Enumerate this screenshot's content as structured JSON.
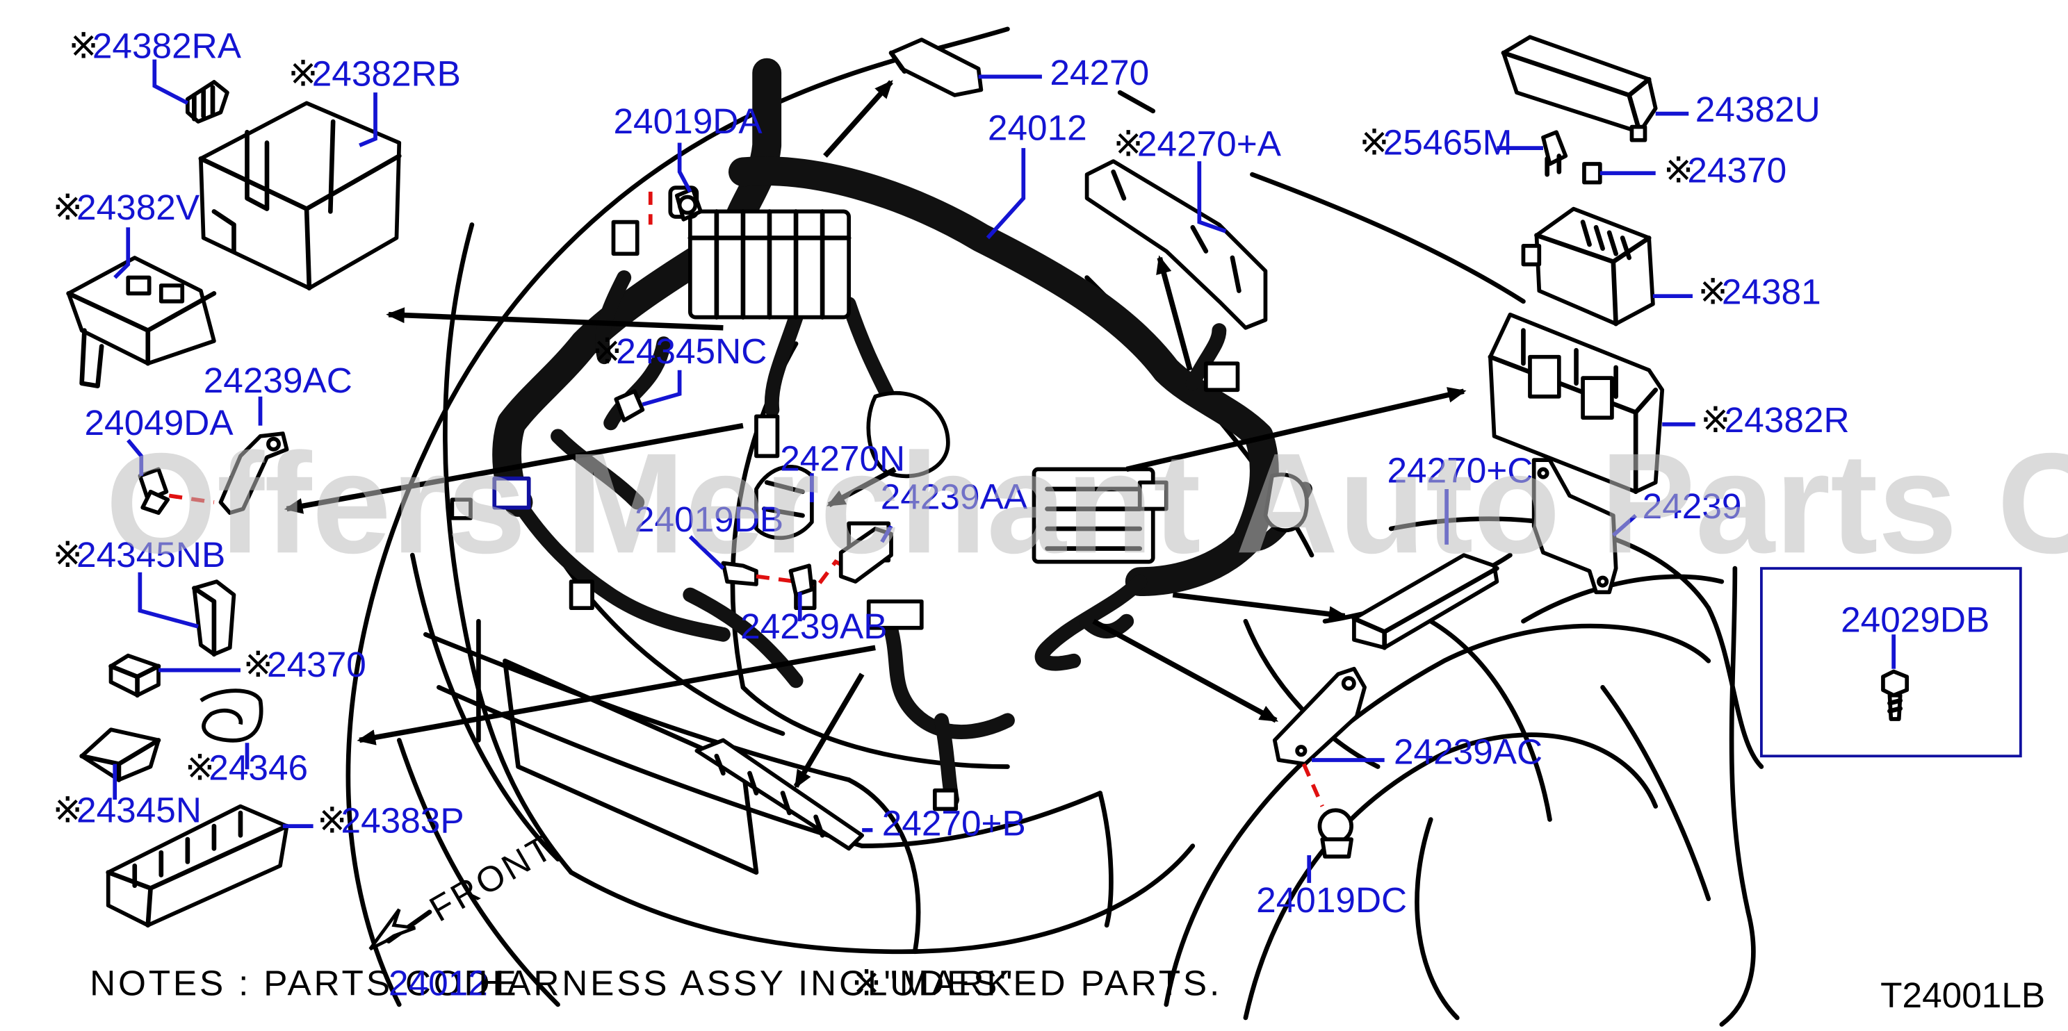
{
  "callouts": {
    "c24382RA": "24382RA",
    "c24382RB": "24382RB",
    "c24382V": "24382V",
    "c24239AC_left": "24239AC",
    "c24049DA": "24049DA",
    "c24345NB": "24345NB",
    "c24370_left": "24370",
    "c24346": "24346",
    "c24345N": "24345N",
    "c24383P": "24383P",
    "c24019DA": "24019DA",
    "c24345NC": "24345NC",
    "c24270N": "24270N",
    "c24239AA": "24239AA",
    "c24019DB": "24019DB",
    "c24239AB": "24239AB",
    "c24270": "24270",
    "c24012": "24012",
    "c24270A": "24270+A",
    "c24270C": "24270+C",
    "c24270B": "24270+B",
    "c24239AC_right": "24239AC",
    "c24019DC": "24019DC",
    "c24382U": "24382U",
    "c25465M": "25465M",
    "c24370_right": "24370",
    "c24381": "24381",
    "c24382R": "24382R",
    "c24239": "24239",
    "c24029DB": "24029DB"
  },
  "mark_symbol": "※",
  "front_label": "FRONT",
  "notes": {
    "prefix": "NOTES  :  PARTS  CODE",
    "code": "24012",
    "middle": "HARNESS  ASSY  INCLUDES\"",
    "marked": "※\"MARKED  PARTS."
  },
  "diagram_id": "T24001LB",
  "watermark": "Offers Merchant Auto Parts Catalog PARTSTORE.SA"
}
